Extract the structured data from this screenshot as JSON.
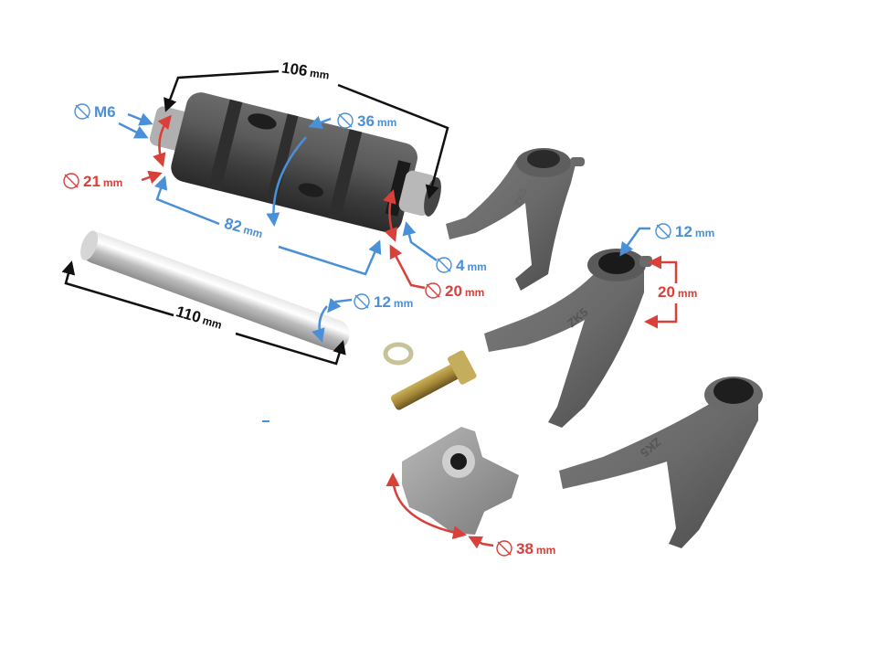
{
  "image": {
    "subject": "gearbox shift drum kit with shift forks, shaft, star plate, bolt and washer",
    "colors": {
      "background": "#ffffff",
      "metal_dark": "#5a5a5a",
      "metal_light": "#c8c8c8",
      "annotation_blue": "#4a90d9",
      "annotation_red": "#d9403a",
      "annotation_black": "#111111"
    }
  },
  "annotations": {
    "drum_length": {
      "value": "106",
      "unit": "mm",
      "color": "black"
    },
    "drum_thread": {
      "value": "M6",
      "unit": "",
      "symbol": "diameter-icon",
      "color": "blue"
    },
    "drum_left_bearing": {
      "value": "21",
      "unit": "mm",
      "symbol": "diameter-icon",
      "color": "red"
    },
    "drum_body": {
      "value": "36",
      "unit": "mm",
      "symbol": "diameter-icon",
      "color": "blue"
    },
    "drum_inner_length": {
      "value": "82",
      "unit": "mm",
      "color": "blue"
    },
    "drum_pin_hole": {
      "value": "4",
      "unit": "mm",
      "symbol": "diameter-icon",
      "color": "blue"
    },
    "drum_right_bearing": {
      "value": "20",
      "unit": "mm",
      "symbol": "diameter-icon",
      "color": "red"
    },
    "shaft_length": {
      "value": "110",
      "unit": "mm",
      "color": "black"
    },
    "shaft_diameter": {
      "value": "12",
      "unit": "mm",
      "symbol": "diameter-icon",
      "color": "blue"
    },
    "fork_bore": {
      "value": "12",
      "unit": "mm",
      "symbol": "diameter-icon",
      "color": "blue"
    },
    "fork_height": {
      "value": "20",
      "unit": "mm",
      "color": "red"
    },
    "star_plate": {
      "value": "38",
      "unit": "mm",
      "symbol": "diameter-icon",
      "color": "red"
    }
  },
  "parts": {
    "fork_marking": "ZK5",
    "items": [
      "shift-drum",
      "shift-shaft",
      "shift-fork-top",
      "shift-fork-middle",
      "shift-fork-bottom",
      "star-plate",
      "bolt",
      "spring-washer"
    ]
  }
}
